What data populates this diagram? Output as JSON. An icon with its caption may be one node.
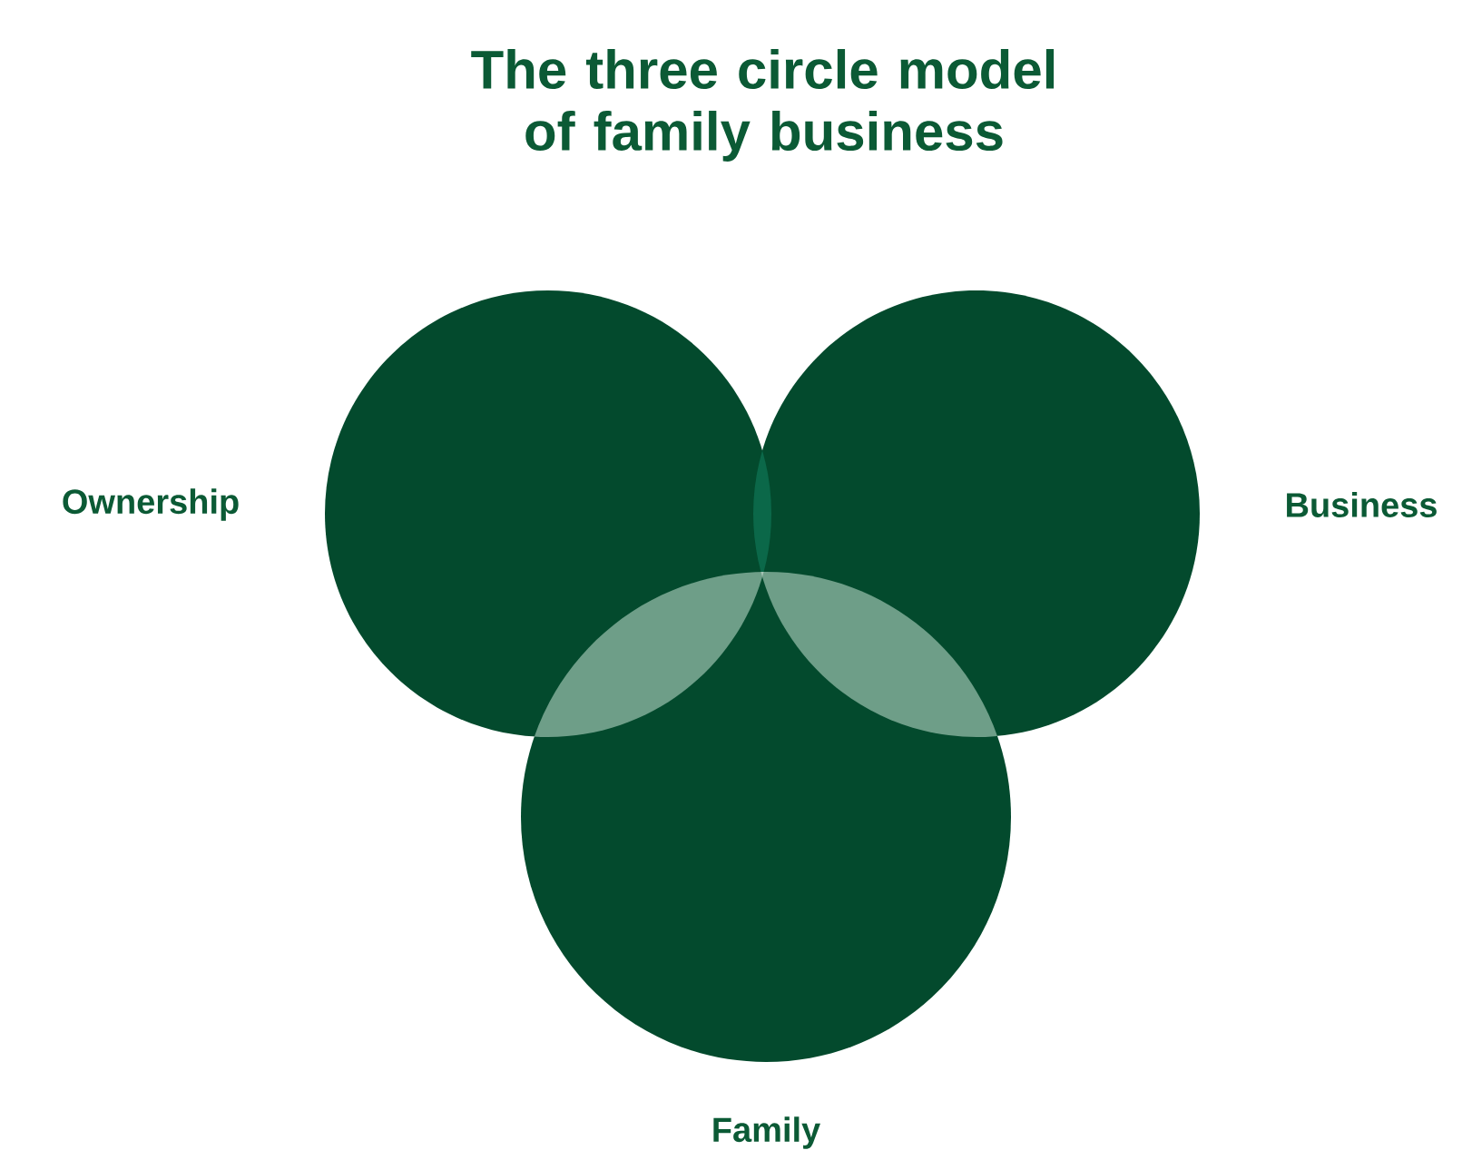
{
  "diagram": {
    "title": "The three circle model of family business",
    "nodes": [
      {
        "text": [
          "Ownership"
        ]
      },
      {
        "text": [
          "Business"
        ]
      },
      {
        "text": [
          "Family"
        ]
      }
    ]
  }
}
